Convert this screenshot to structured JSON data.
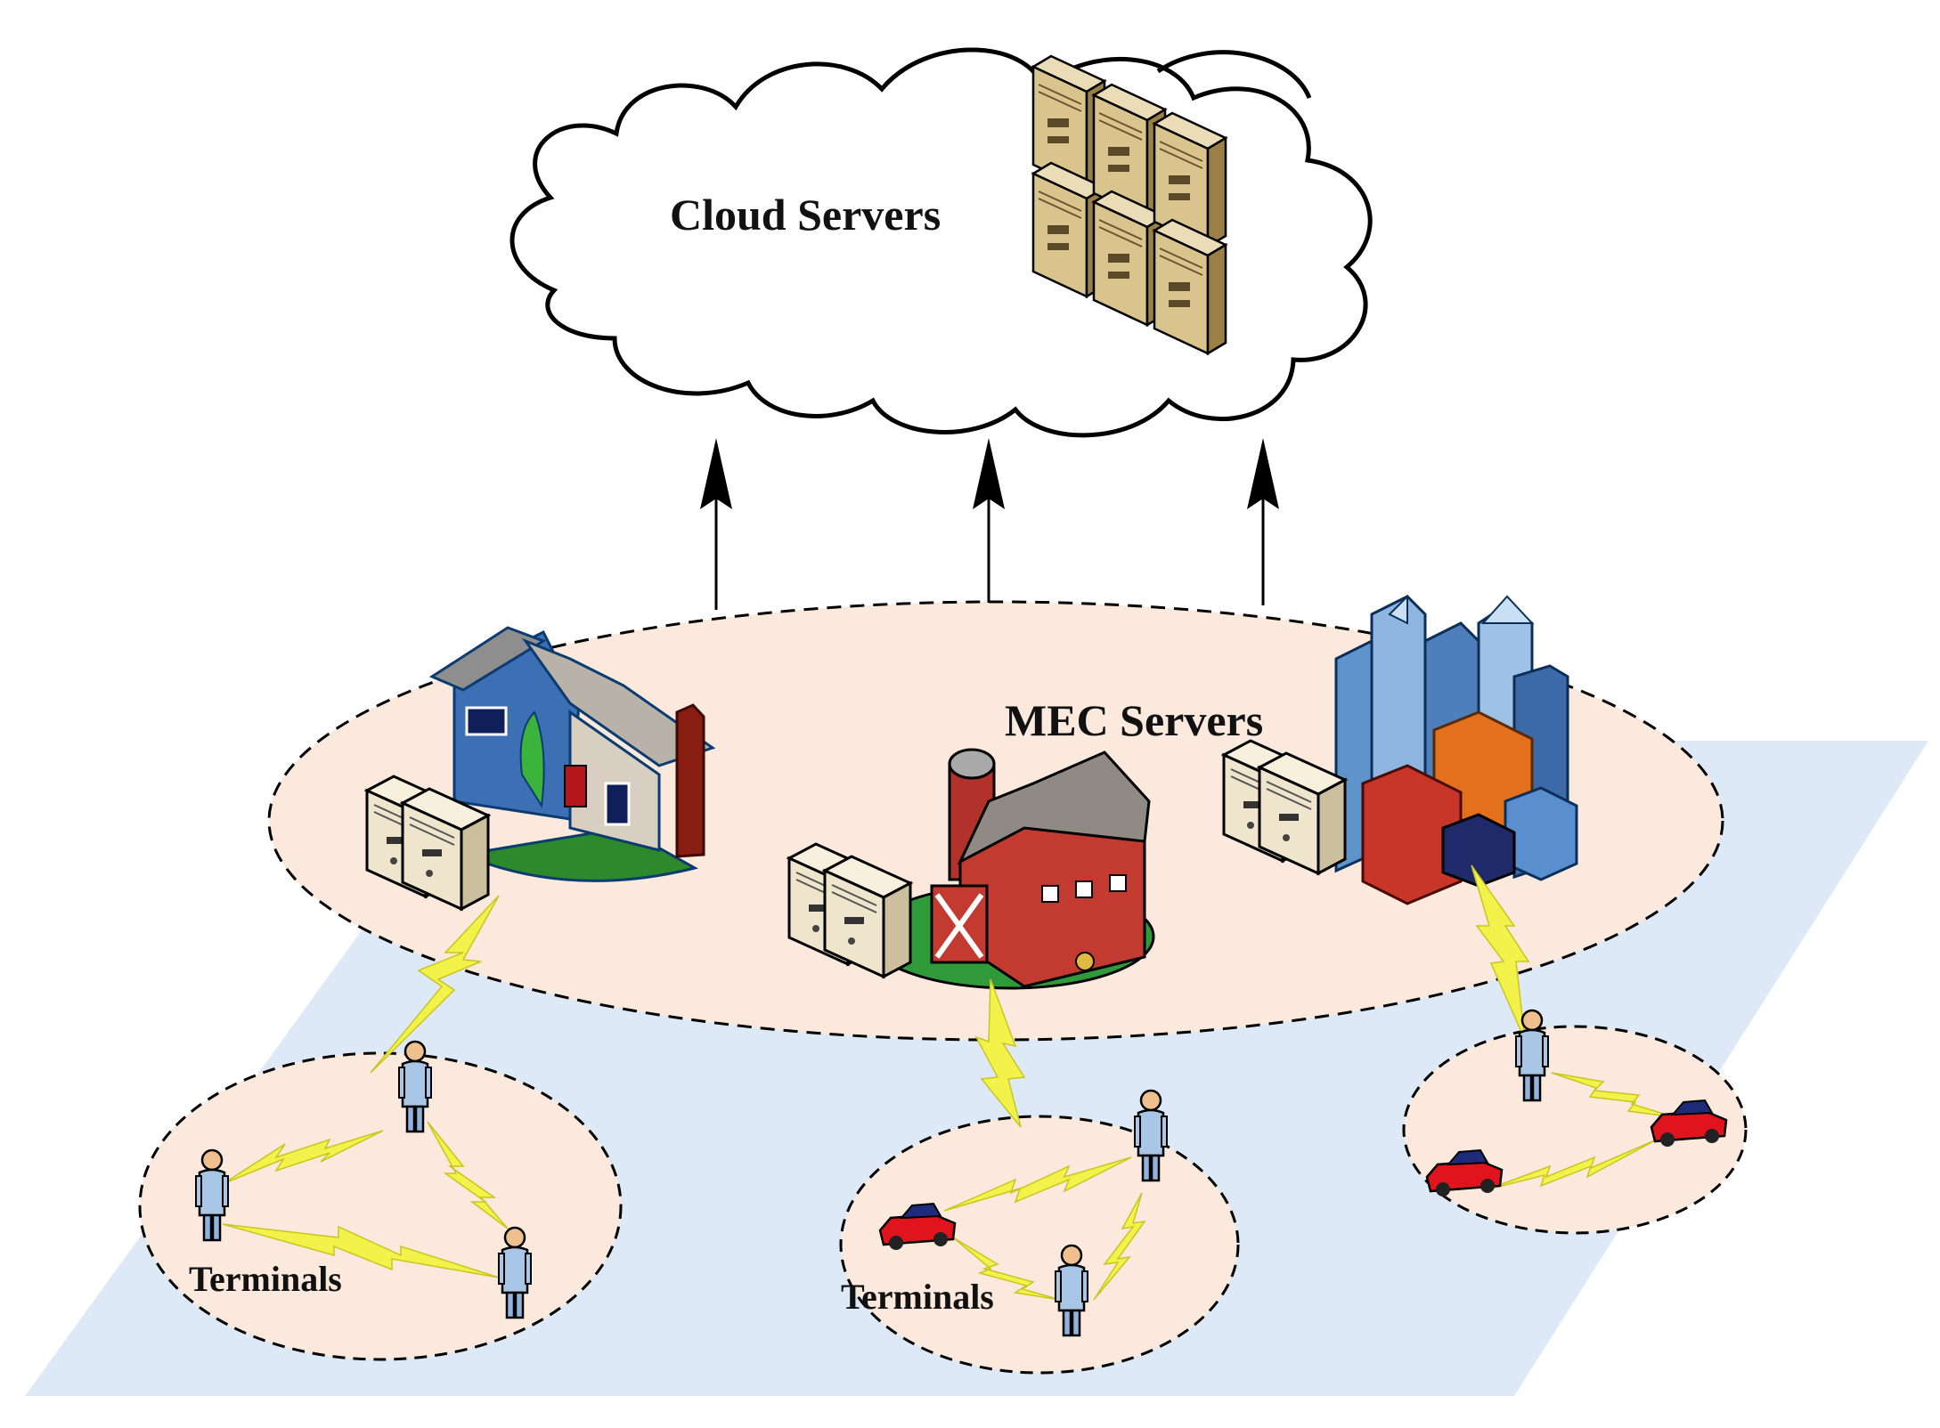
{
  "labels": {
    "cloud": "Cloud Servers",
    "mec": "MEC Servers",
    "terminals_left": "Terminals",
    "terminals_middle": "Terminals"
  },
  "colors": {
    "ground_plane": "#dde9f6",
    "zone_fill": "#fae9dc",
    "server_fill": "#efe6cf",
    "person_fill": "#a8c6e6",
    "lightning": "#f3f24a",
    "car": "#e0141c"
  },
  "icons": [
    "cloud-icon",
    "cloud-server-rack-icon",
    "house-icon",
    "barn-icon",
    "city-icon",
    "mec-server-icon",
    "person-icon",
    "car-icon",
    "wireless-link-icon",
    "uplink-arrow-icon"
  ]
}
